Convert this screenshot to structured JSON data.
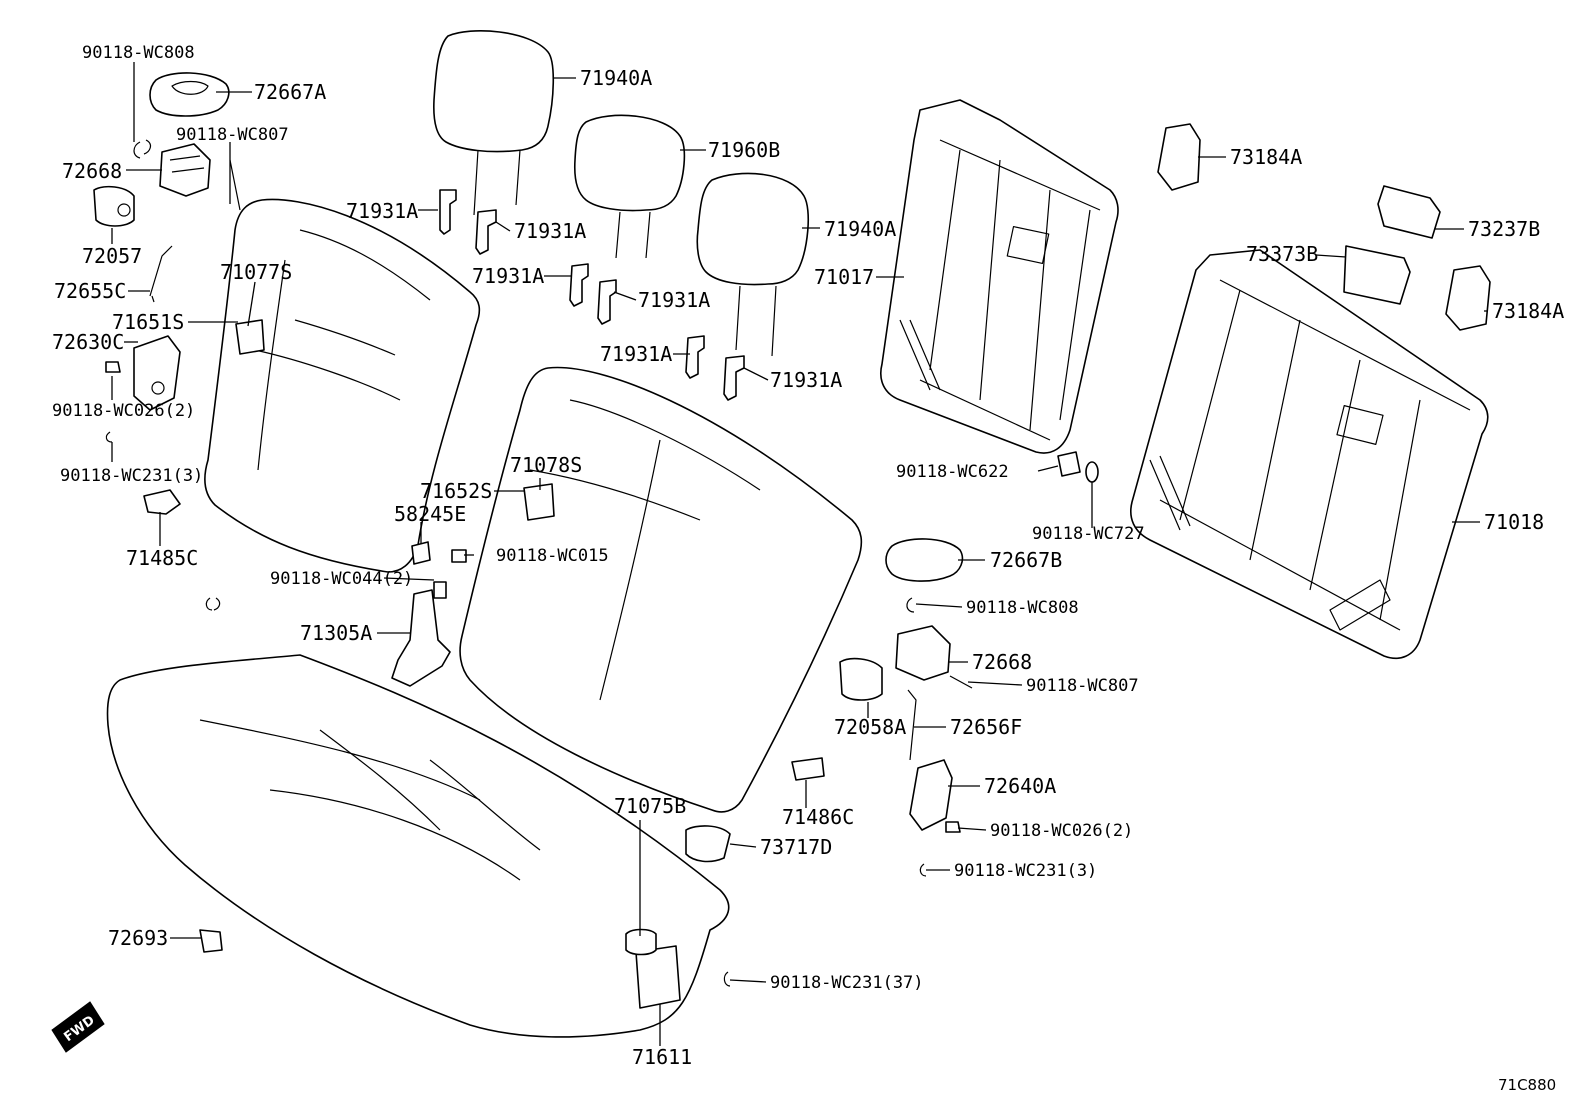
{
  "figure_code": "71C880",
  "fwd_badge": "FWD",
  "callouts": [
    {
      "id": "c01",
      "label": "90118-WC808"
    },
    {
      "id": "c02",
      "label": "72667A"
    },
    {
      "id": "c03",
      "label": "90118-WC807"
    },
    {
      "id": "c04",
      "label": "72668"
    },
    {
      "id": "c05",
      "label": "72057"
    },
    {
      "id": "c06",
      "label": "72655C"
    },
    {
      "id": "c07",
      "label": "71651S"
    },
    {
      "id": "c08",
      "label": "72630C"
    },
    {
      "id": "c09",
      "label": "90118-WC026(2)"
    },
    {
      "id": "c10",
      "label": "90118-WC231(3)"
    },
    {
      "id": "c11",
      "label": "71485C"
    },
    {
      "id": "c12",
      "label": "71077S"
    },
    {
      "id": "c13",
      "label": "71940A"
    },
    {
      "id": "c14",
      "label": "71960B"
    },
    {
      "id": "c15",
      "label": "71931A"
    },
    {
      "id": "c16",
      "label": "71931A"
    },
    {
      "id": "c17",
      "label": "71940A"
    },
    {
      "id": "c18",
      "label": "71931A"
    },
    {
      "id": "c19",
      "label": "71931A"
    },
    {
      "id": "c20",
      "label": "71931A"
    },
    {
      "id": "c21",
      "label": "71931A"
    },
    {
      "id": "c22",
      "label": "71078S"
    },
    {
      "id": "c23",
      "label": "71652S"
    },
    {
      "id": "c24",
      "label": "58245E"
    },
    {
      "id": "c25",
      "label": "90118-WC015"
    },
    {
      "id": "c26",
      "label": "90118-WC044(2)"
    },
    {
      "id": "c27",
      "label": "71305A"
    },
    {
      "id": "c28",
      "label": "71017"
    },
    {
      "id": "c29",
      "label": "73184A"
    },
    {
      "id": "c30",
      "label": "73237B"
    },
    {
      "id": "c31",
      "label": "73373B"
    },
    {
      "id": "c32",
      "label": "73184A"
    },
    {
      "id": "c33",
      "label": "71018"
    },
    {
      "id": "c34",
      "label": "90118-WC622"
    },
    {
      "id": "c35",
      "label": "90118-WC727"
    },
    {
      "id": "c36",
      "label": "72667B"
    },
    {
      "id": "c37",
      "label": "90118-WC808"
    },
    {
      "id": "c38",
      "label": "72668"
    },
    {
      "id": "c39",
      "label": "90118-WC807"
    },
    {
      "id": "c40",
      "label": "72058A"
    },
    {
      "id": "c41",
      "label": "72656F"
    },
    {
      "id": "c42",
      "label": "72640A"
    },
    {
      "id": "c43",
      "label": "90118-WC026(2)"
    },
    {
      "id": "c44",
      "label": "90118-WC231(3)"
    },
    {
      "id": "c45",
      "label": "71486C"
    },
    {
      "id": "c46",
      "label": "71075B"
    },
    {
      "id": "c47",
      "label": "73717D"
    },
    {
      "id": "c48",
      "label": "90118-WC231(37)"
    },
    {
      "id": "c49",
      "label": "72693"
    },
    {
      "id": "c50",
      "label": "71611"
    }
  ]
}
